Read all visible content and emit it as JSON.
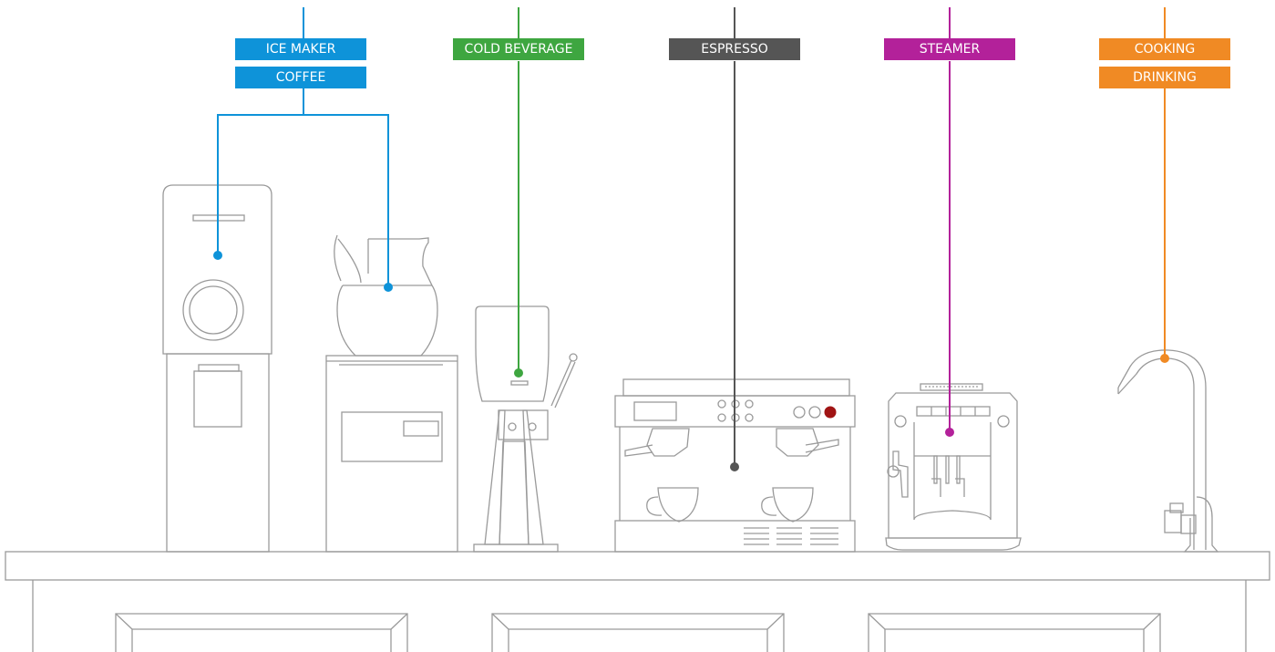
{
  "colors": {
    "blue": "#0e93d9",
    "green": "#3ea640",
    "grey": "#555555",
    "purple": "#b3219a",
    "orange": "#f08a24",
    "outline": "#9a9a9a",
    "dark_red": "#a01414"
  },
  "labels": {
    "ice_maker": "ICE MAKER",
    "coffee": "COFFEE",
    "cold_beverage": "COLD BEVERAGE",
    "espresso": "ESPRESSO",
    "steamer": "STEAMER",
    "cooking": "COOKING",
    "drinking": "DRINKING"
  },
  "appliances": [
    {
      "name": "ice-maker",
      "icon": "ice-maker-icon"
    },
    {
      "name": "coffee-brewer",
      "icon": "coffee-brewer-icon"
    },
    {
      "name": "cold-beverage-dispenser",
      "icon": "cold-beverage-dispenser-icon"
    },
    {
      "name": "espresso-machine",
      "icon": "espresso-machine-icon"
    },
    {
      "name": "steamer-machine",
      "icon": "steamer-machine-icon"
    },
    {
      "name": "faucet",
      "icon": "faucet-icon"
    }
  ]
}
